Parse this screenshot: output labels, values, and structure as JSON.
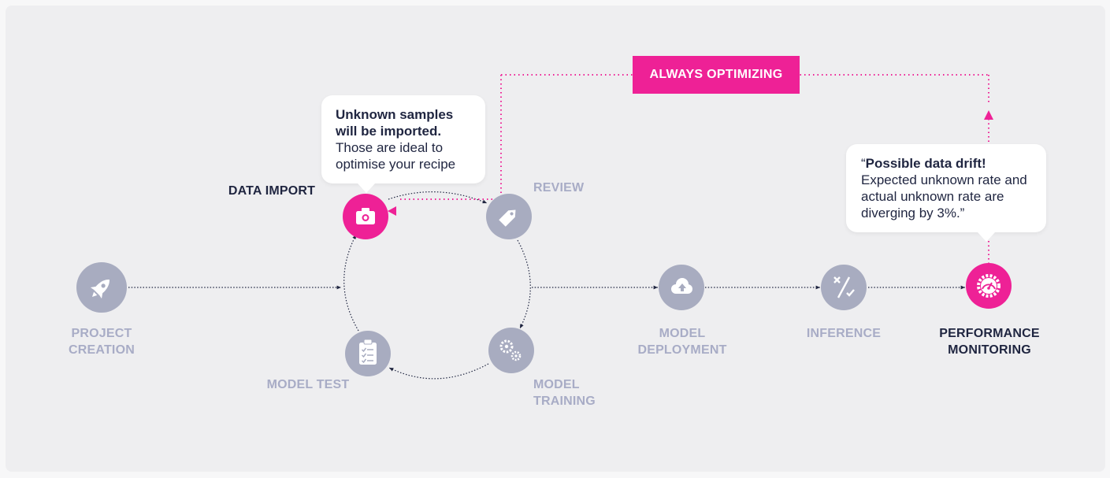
{
  "colors": {
    "accent": "#ee2196",
    "node_grey": "#a8acc0",
    "label_grey": "#a8acc6",
    "label_dark": "#1f2540",
    "background": "#eeeef0"
  },
  "banner": {
    "text": "ALWAYS OPTIMIZING"
  },
  "nodes": [
    {
      "id": "project-creation",
      "icon": "rocket-icon",
      "label_lines": [
        "PROJECT",
        "CREATION"
      ],
      "active": false
    },
    {
      "id": "data-import",
      "icon": "camera-icon",
      "label_lines": [
        "DATA IMPORT"
      ],
      "active": true
    },
    {
      "id": "review",
      "icon": "tag-icon",
      "label_lines": [
        "REVIEW"
      ],
      "active": false
    },
    {
      "id": "model-training",
      "icon": "gears-icon",
      "label_lines": [
        "MODEL",
        "TRAINING"
      ],
      "active": false
    },
    {
      "id": "model-test",
      "icon": "clipboard-checklist-icon",
      "label_lines": [
        "MODEL TEST"
      ],
      "active": false
    },
    {
      "id": "model-deployment",
      "icon": "cloud-upload-icon",
      "label_lines": [
        "MODEL",
        "DEPLOYMENT"
      ],
      "active": false
    },
    {
      "id": "inference",
      "icon": "multiply-divide-check-icon",
      "label_lines": [
        "INFERENCE"
      ],
      "active": false
    },
    {
      "id": "performance-monitoring",
      "icon": "speedometer-gear-icon",
      "label_lines": [
        "PERFORMANCE",
        "MONITORING"
      ],
      "active": true
    }
  ],
  "callouts": {
    "data_import": {
      "bold_lines": [
        "Unknown samples",
        "will be imported."
      ],
      "normal_lines": [
        "Those are ideal to",
        "optimise your recipe"
      ]
    },
    "monitoring": {
      "open_quote": "“",
      "bold_line": "Possible data drift!",
      "normal_lines": [
        "Expected unknown rate and",
        "actual unknown rate are",
        "diverging by 3%.”"
      ]
    }
  }
}
